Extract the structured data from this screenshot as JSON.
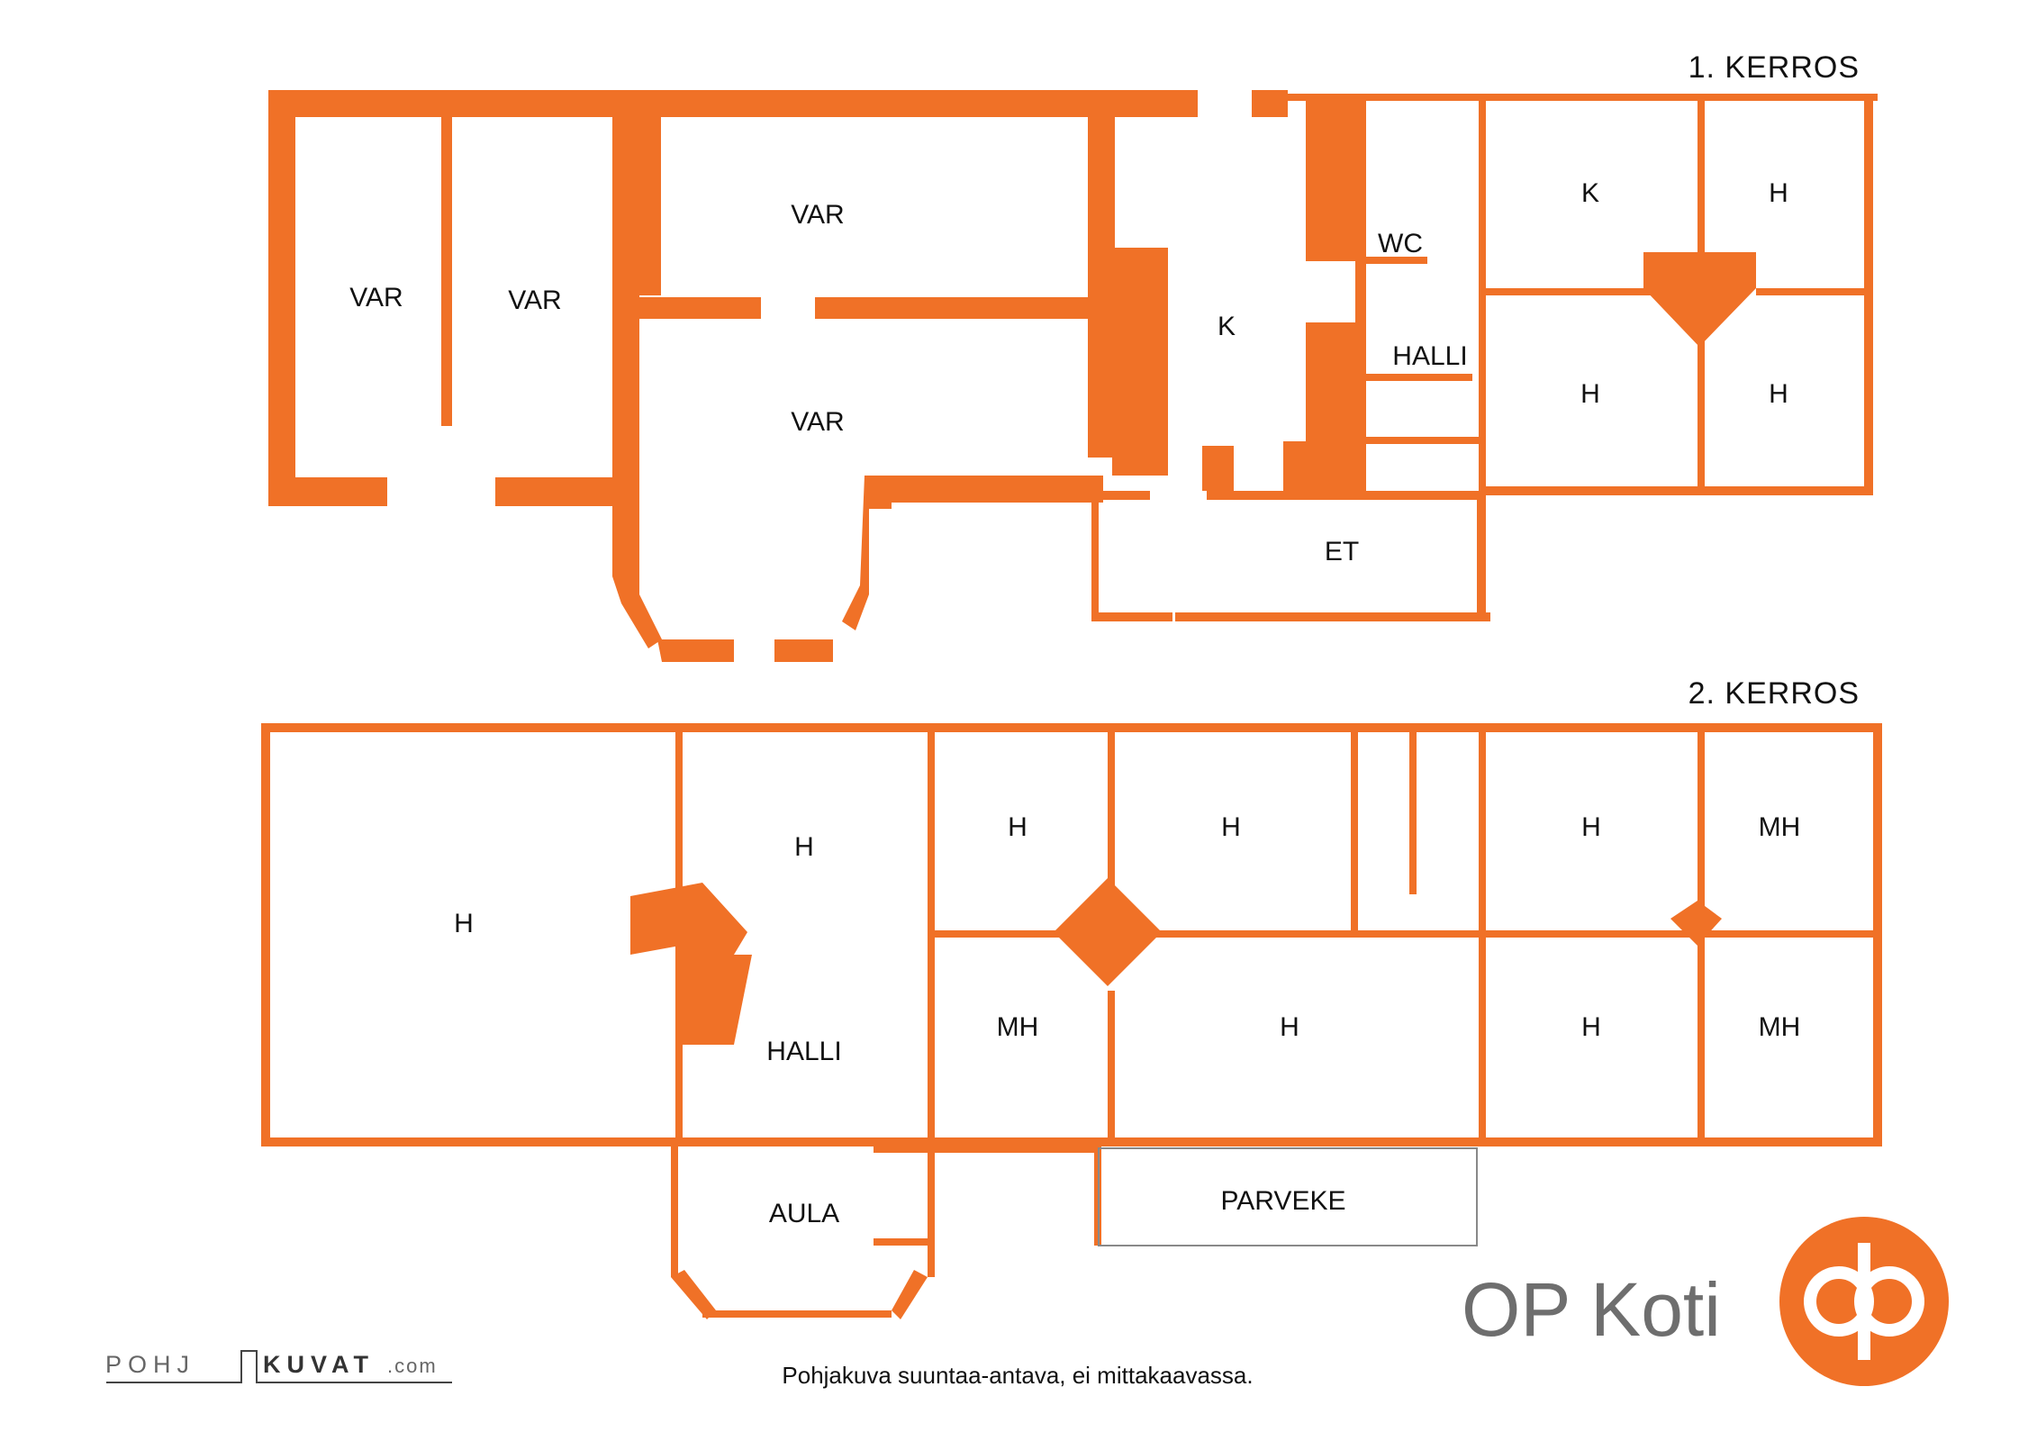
{
  "floors": {
    "first": {
      "title": "1. KERROS",
      "rooms": {
        "var_a": "VAR",
        "var_b": "VAR",
        "var_c": "VAR",
        "var_d": "VAR",
        "k_big": "K",
        "wc": "WC",
        "halli": "HALLI",
        "et": "ET",
        "k_small": "K",
        "h1": "H",
        "h2": "H",
        "h3": "H"
      }
    },
    "second": {
      "title": "2. KERROS",
      "rooms": {
        "h_big": "H",
        "h_a": "H",
        "h_b": "H",
        "h_c": "H",
        "h_d": "H",
        "mh_a": "MH",
        "halli": "HALLI",
        "mh_b": "MH",
        "h_e": "H",
        "h_f": "H",
        "mh_c": "MH",
        "aula": "AULA",
        "parveke": "PARVEKE"
      }
    }
  },
  "brand": {
    "name": "OP Koti",
    "color": "#f07127"
  },
  "footer": {
    "disclaimer": "Pohjakuva suuntaa-antava, ei mittakaavassa.",
    "credit_logo": "POHJAKUVAT.com"
  },
  "colors": {
    "wall": "#f07127",
    "text": "#111111"
  }
}
